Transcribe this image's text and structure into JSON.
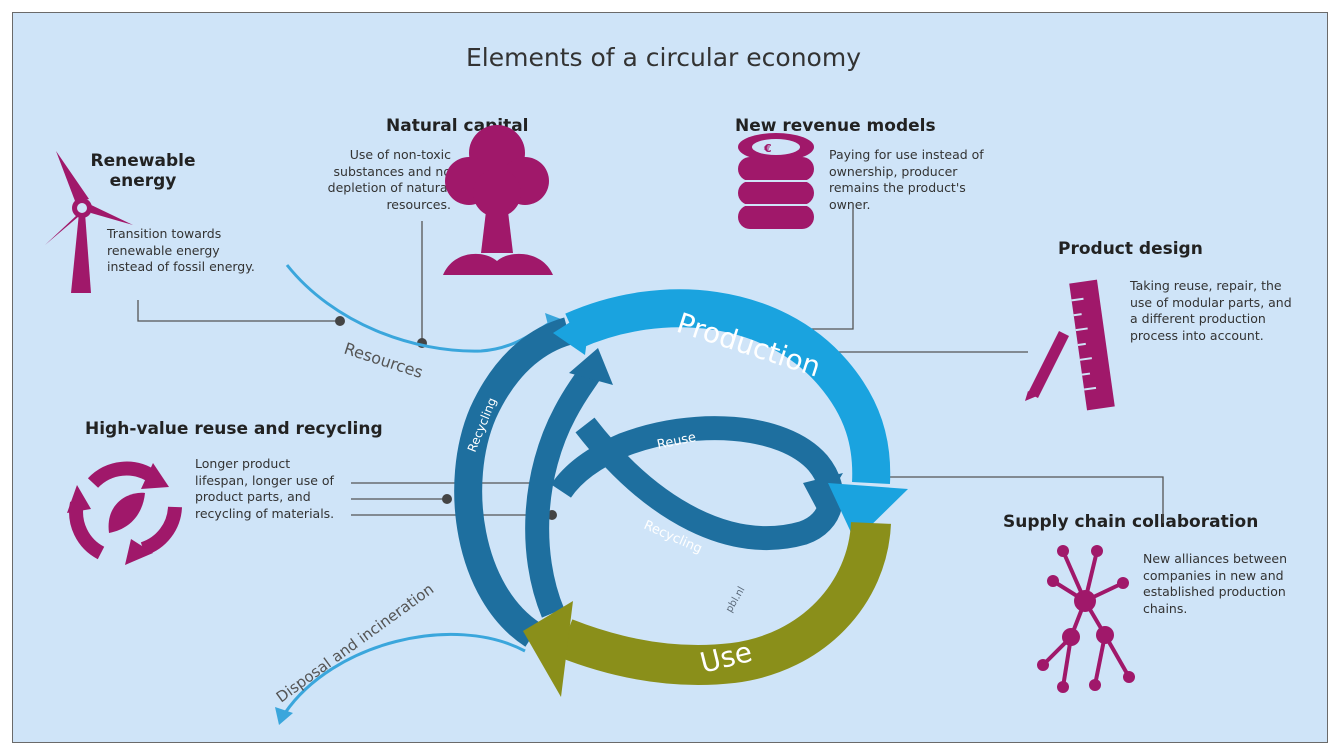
{
  "title": "Elements of a circular economy",
  "colors": {
    "background": "#cfe4f8",
    "production": "#1aa3df",
    "recycling": "#1e6f9f",
    "use": "#8a8f1a",
    "icons": "#a0186a",
    "flow_line": "#3aa6dc"
  },
  "elements": {
    "renewable_energy": {
      "heading": "Renewable energy",
      "description": "Transition towards renewable energy instead of fossil energy.",
      "icon": "wind-turbine-icon"
    },
    "natural_capital": {
      "heading": "Natural capital",
      "description": "Use of non-toxic substances and no depletion of natural resources.",
      "icon": "tree-icon"
    },
    "new_revenue_models": {
      "heading": "New revenue models",
      "description": "Paying for use instead of ownership, producer remains the product's owner.",
      "icon": "coin-stack-icon"
    },
    "product_design": {
      "heading": "Product design",
      "description": "Taking reuse, repair, the use of modular parts, and a different production process into account.",
      "icon": "ruler-pencil-icon"
    },
    "high_value_reuse": {
      "heading": "High-value reuse and recycling",
      "description": "Longer product lifespan, longer use of product parts, and recycling of materials.",
      "icon": "recycle-icon"
    },
    "supply_chain": {
      "heading": "Supply chain collaboration",
      "description": "New alliances between companies in new and established production chains.",
      "icon": "network-icon"
    }
  },
  "cycle": {
    "production": "Production",
    "use": "Use",
    "recycling_outer": "Recycling",
    "reuse": "Reuse",
    "recycling_inner": "Recycling",
    "resources": "Resources",
    "disposal": "Disposal and incineration",
    "credit": "pbl.nl"
  }
}
